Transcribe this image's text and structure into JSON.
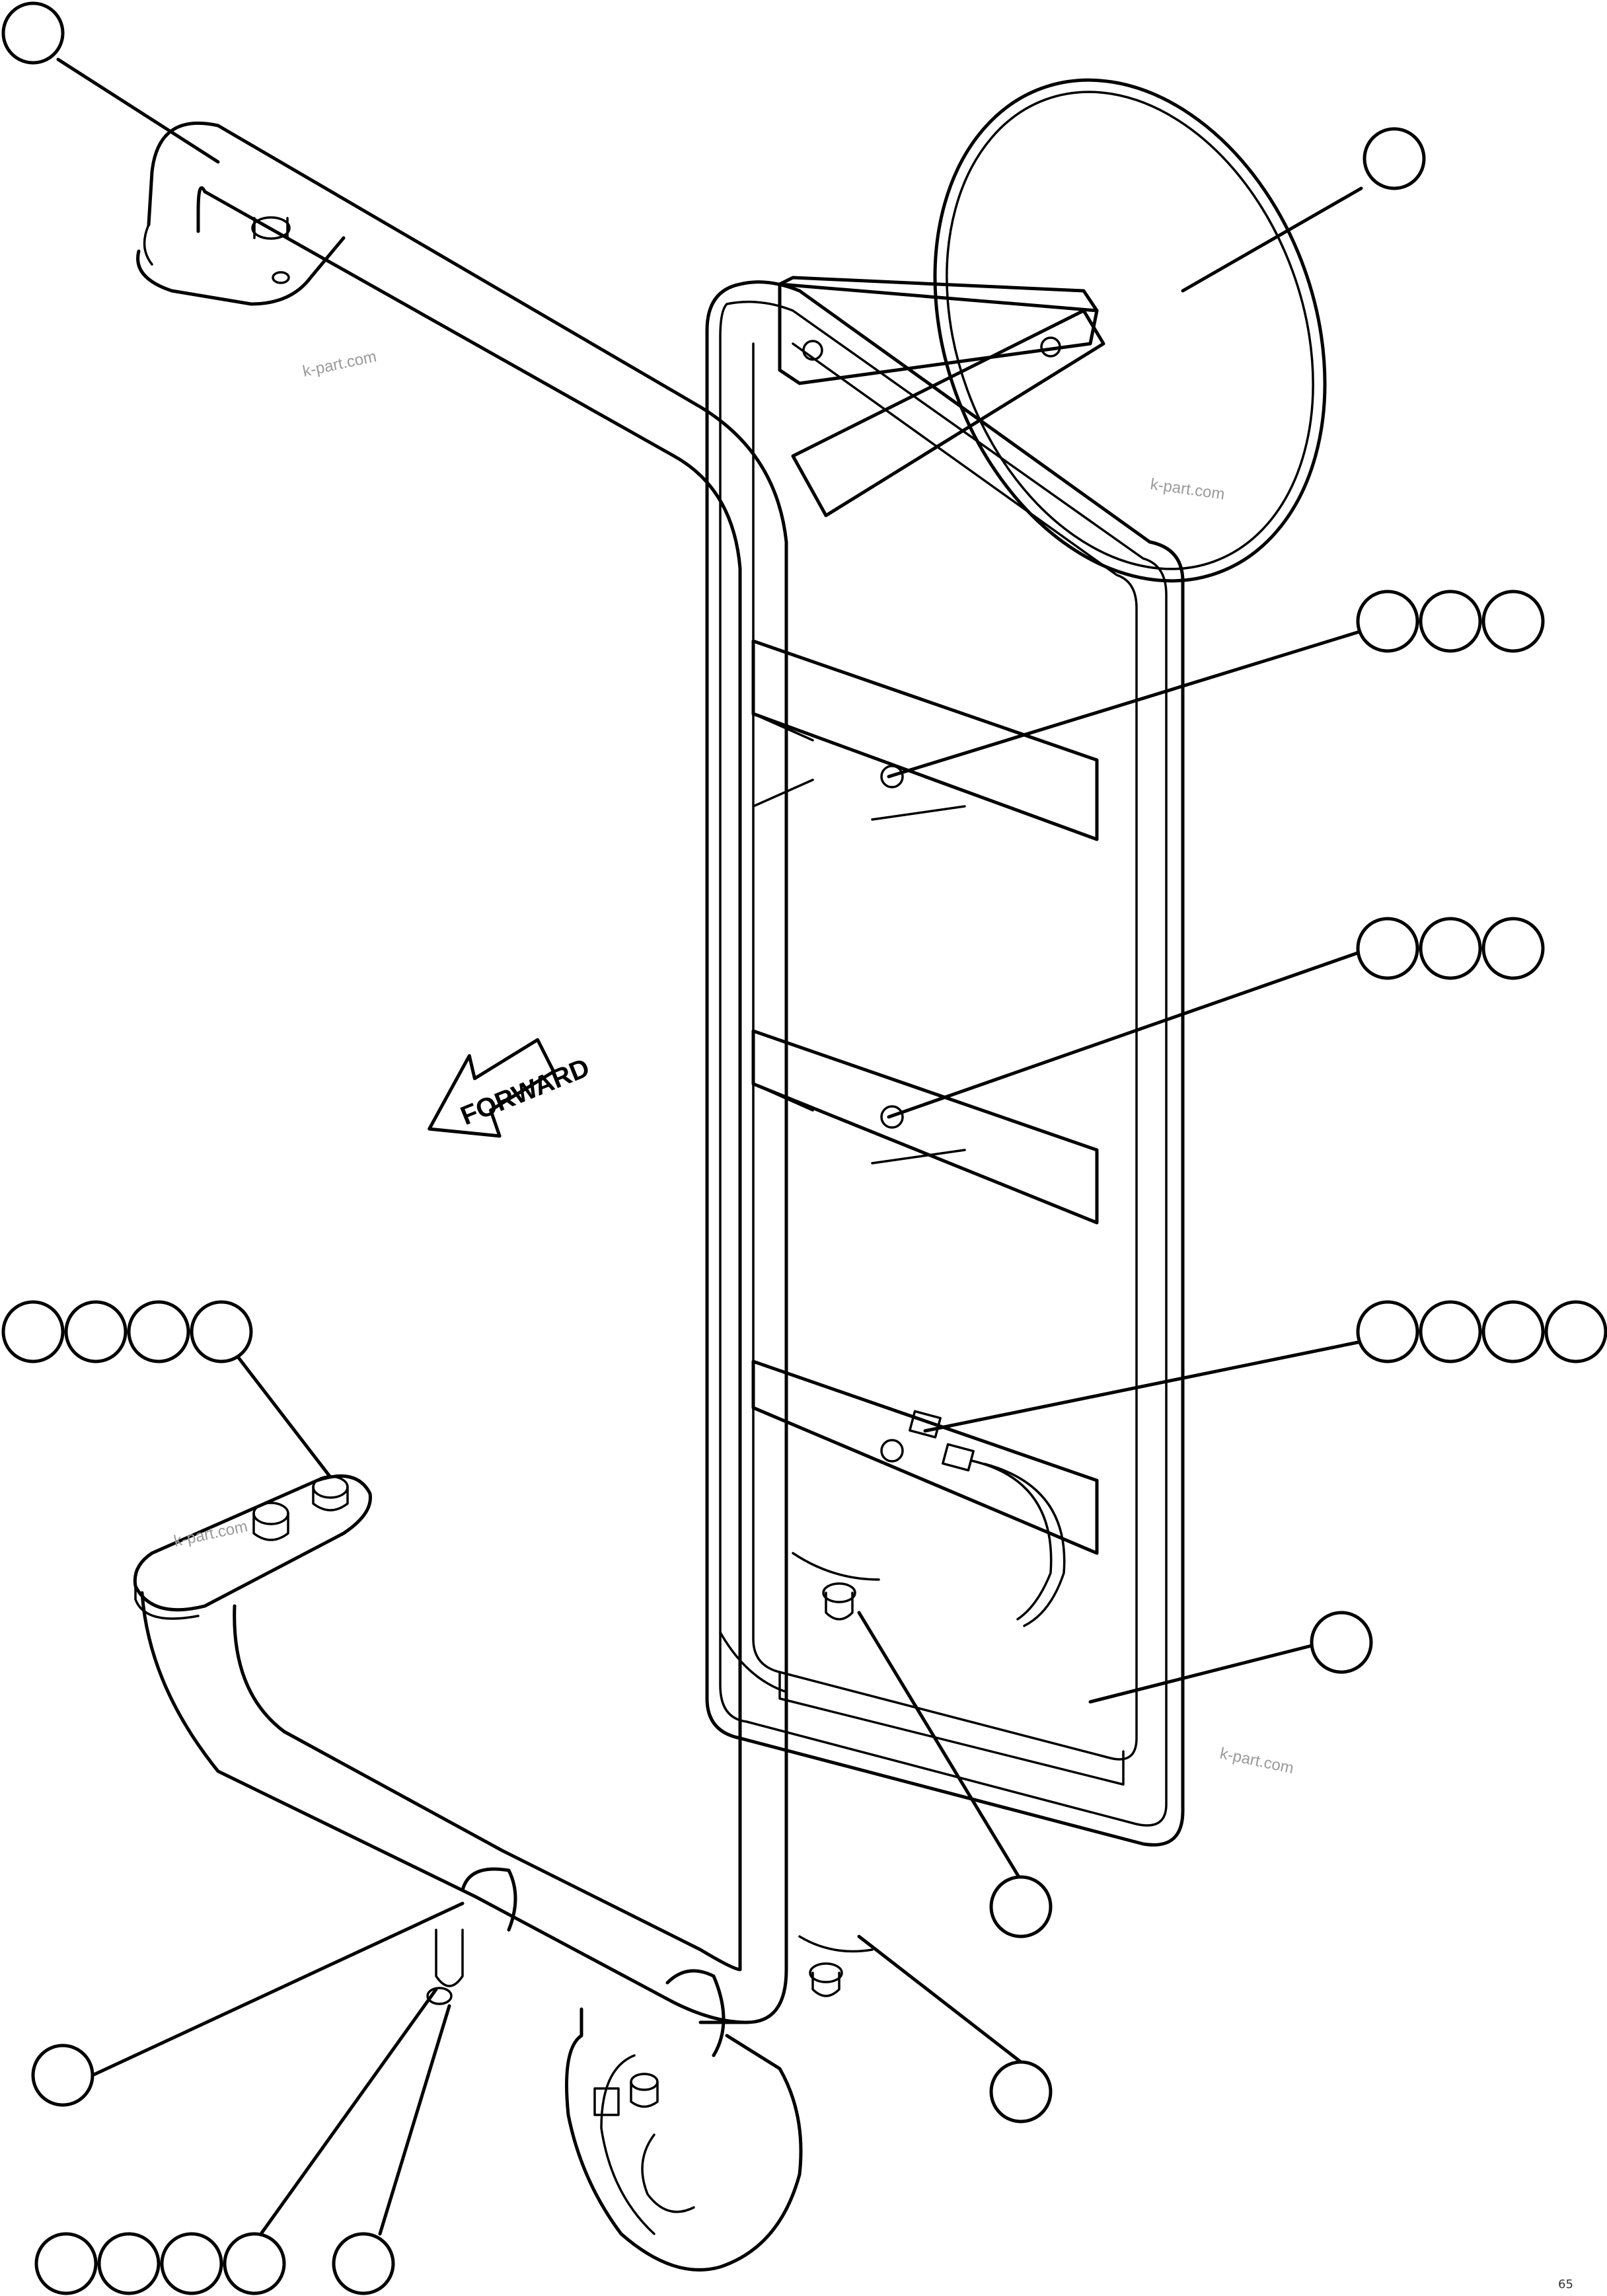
{
  "direction_label": "FORWARD",
  "watermarks": [
    "k-part.com",
    "k-part.com",
    "k-part.com",
    "k-part.com"
  ],
  "corner_code": "65",
  "callout_groups": [
    {
      "id": "top-left",
      "count": 1
    },
    {
      "id": "mirror",
      "count": 1
    },
    {
      "id": "upper-bracket",
      "count": 3
    },
    {
      "id": "middle-bracket",
      "count": 3
    },
    {
      "id": "lower-bracket",
      "count": 4
    },
    {
      "id": "bolts",
      "count": 4
    },
    {
      "id": "panel",
      "count": 1
    },
    {
      "id": "upper-clamp",
      "count": 1
    },
    {
      "id": "lower-clamp",
      "count": 1
    },
    {
      "id": "lower-tube",
      "count": 1
    },
    {
      "id": "bottom-left",
      "count": 4
    },
    {
      "id": "bottom-single",
      "count": 1
    }
  ]
}
